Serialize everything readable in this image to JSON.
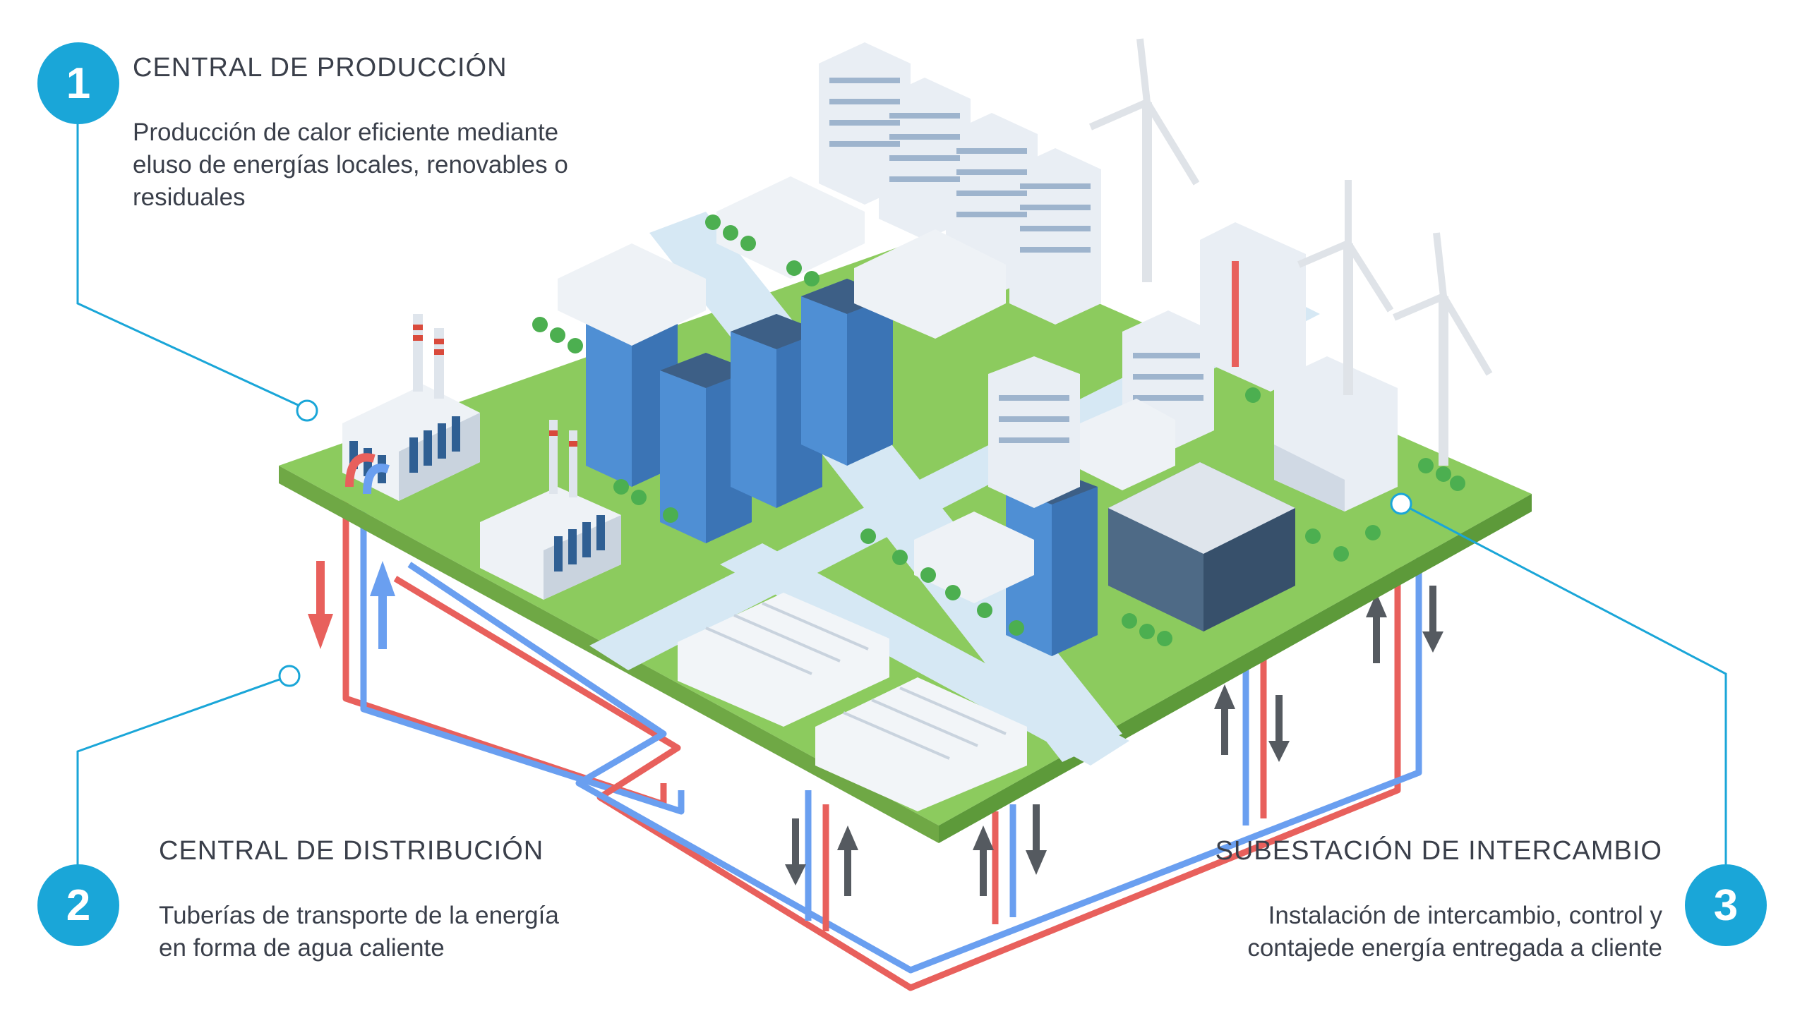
{
  "callouts": [
    {
      "number": "1",
      "title": "CENTRAL DE PRODUCCIÓN",
      "lines": [
        "Producción de calor eficiente mediante",
        "eluso de energías locales, renovables o",
        "residuales"
      ]
    },
    {
      "number": "2",
      "title": "CENTRAL DE DISTRIBUCIÓN",
      "lines": [
        "Tuberías de transporte de la energía",
        "en forma de agua caliente"
      ]
    },
    {
      "number": "3",
      "title": "SUBESTACIÓN DE INTERCAMBIO",
      "lines": [
        "Instalación de intercambio, control y",
        "contajede energía entregada a cliente"
      ]
    }
  ],
  "colors": {
    "accent": "#1aa6d8",
    "hot_pipe": "#e8605c",
    "cold_pipe": "#6a9ff0",
    "ground": "#8ccb5e",
    "road": "#d6e8f4",
    "building_blue": "#4f8fd4",
    "arrow_gray": "#555a60"
  }
}
